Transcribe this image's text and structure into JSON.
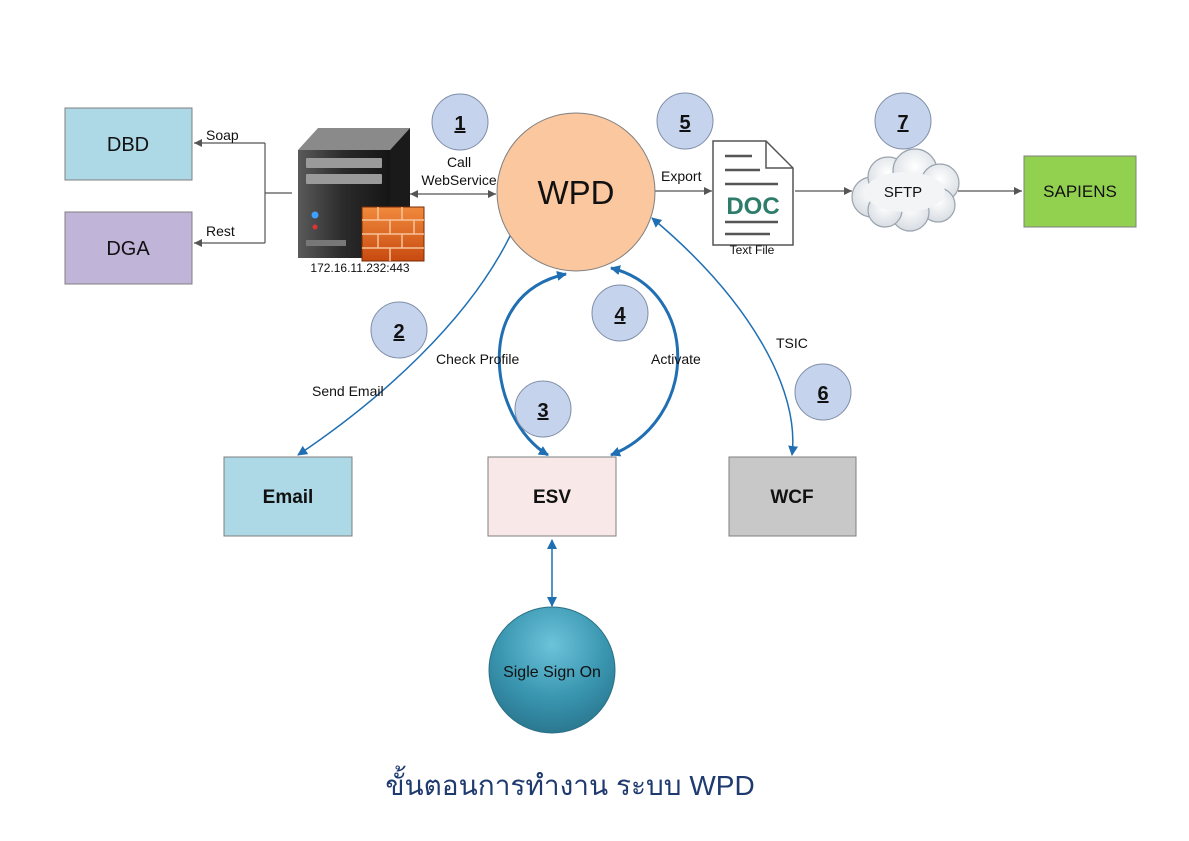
{
  "nodes": {
    "dbd": "DBD",
    "dga": "DGA",
    "wpd": "WPD",
    "email": "Email",
    "esv": "ESV",
    "wcf": "WCF",
    "sso": "Sigle Sign On",
    "sftp": "SFTP",
    "sapiens": "SAPIENS",
    "doc": "DOC",
    "doc_caption": "Text File",
    "server_address": "172.16.11.232:443"
  },
  "edge_labels": {
    "soap": "Soap",
    "rest": "Rest",
    "call": "Call",
    "webservice": "WebService",
    "export": "Export",
    "send_email": "Send Email",
    "check_profile": "Check Profile",
    "activate": "Activate",
    "tsic": "TSIC"
  },
  "steps": [
    "1",
    "2",
    "3",
    "4",
    "5",
    "6",
    "7"
  ],
  "caption": "ขั้นตอนการทำงาน ระบบ WPD",
  "colors": {
    "dbd_fill": "#add8e6",
    "dga_fill": "#c0b4d8",
    "wpd_fill": "#fbc79f",
    "email_fill": "#add8e6",
    "esv_fill": "#f8e8e8",
    "wcf_fill": "#c8c8c8",
    "sapiens_fill": "#92d050",
    "sso_fill": "#3a96b0",
    "step_fill": "#c5d3ec",
    "arrow_blue": "#1f6fb2",
    "arrow_gray": "#555555",
    "doc_text": "#2e7d6b",
    "caption": "#1f3a6e"
  }
}
